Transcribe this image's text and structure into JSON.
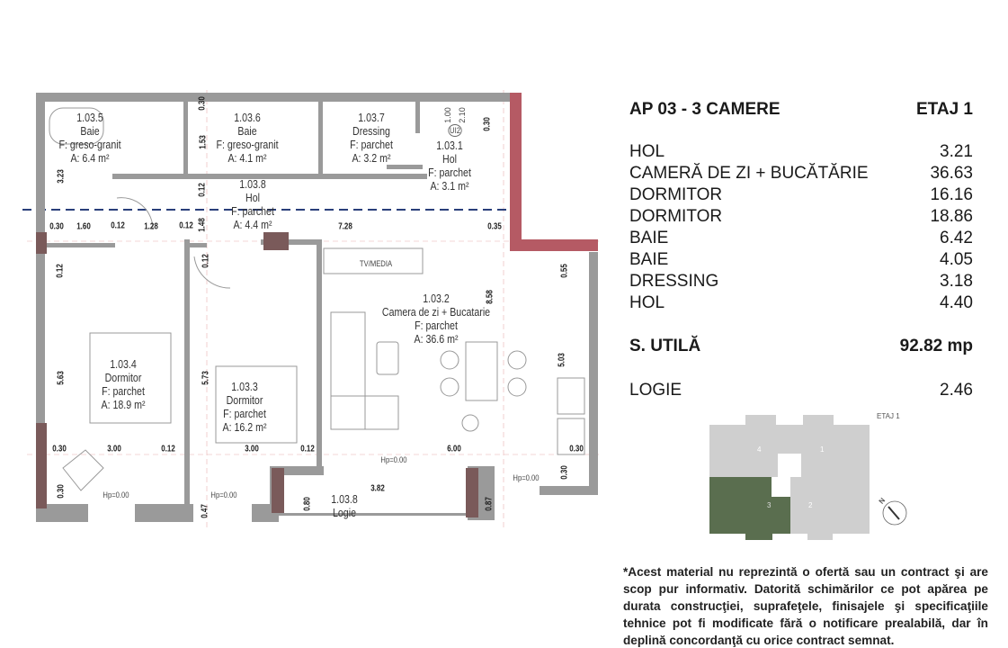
{
  "header": {
    "title": "AP 03 - 3 CAMERE",
    "floor": "ETAJ 1"
  },
  "rooms_table": [
    {
      "name": "HOL",
      "area": "3.21"
    },
    {
      "name": "CAMERĂ DE ZI + BUCĂTĂRIE",
      "area": "36.63"
    },
    {
      "name": "DORMITOR",
      "area": "16.16"
    },
    {
      "name": "DORMITOR",
      "area": "18.86"
    },
    {
      "name": "BAIE",
      "area": "6.42"
    },
    {
      "name": "BAIE",
      "area": "4.05"
    },
    {
      "name": "DRESSING",
      "area": "3.18"
    },
    {
      "name": "HOL",
      "area": "4.40"
    }
  ],
  "total": {
    "label": "S. UTILĂ",
    "value": "92.82 mp"
  },
  "balcony": {
    "label": "LOGIE",
    "value": "2.46"
  },
  "disclaimer": "*Acest material nu reprezintă o ofertă sau un contract şi are scop pur informativ. Datorită schimărilor ce pot apărea pe durata construcţiei, suprafeţele, finisajele şi specificaţiile tehnice pot fi modificate fără o notificare prealabilă, dar în deplină concordanţă cu orice contract semnat.",
  "plan": {
    "rooms": [
      {
        "code": "1.03.5",
        "name": "Baie",
        "finish": "F: greso-granit",
        "area": "A: 6.4 m²"
      },
      {
        "code": "1.03.6",
        "name": "Baie",
        "finish": "F: greso-granit",
        "area": "A: 4.1 m²"
      },
      {
        "code": "1.03.7",
        "name": "Dressing",
        "finish": "F: parchet",
        "area": "A: 3.2 m²"
      },
      {
        "code": "1.03.1",
        "name": "Hol",
        "finish": "F: parchet",
        "area": "A: 3.1 m²"
      },
      {
        "code": "1.03.8",
        "name": "Hol",
        "finish": "F: parchet",
        "area": "A: 4.4 m²"
      },
      {
        "code": "1.03.2",
        "name": "Camera de zi + Bucatarie",
        "finish": "F: parchet",
        "area": "A: 36.6 m²"
      },
      {
        "code": "1.03.4",
        "name": "Dormitor",
        "finish": "F: parchet",
        "area": "A: 18.9 m²"
      },
      {
        "code": "1.03.3",
        "name": "Dormitor",
        "finish": "F: parchet",
        "area": "A: 16.2 m²"
      },
      {
        "code": "1.03.8",
        "name": "Logie"
      }
    ],
    "dimensions": [
      "0.30",
      "1.60",
      "0.12",
      "1.28",
      "0.12",
      "7.28",
      "0.35",
      "0.30",
      "1.53",
      "3.23",
      "0.12",
      "1.48",
      "0.30",
      "0.12",
      "0.12",
      "5.63",
      "5.73",
      "8.58",
      "0.55",
      "5.03",
      "0.30",
      "0.30",
      "0.47",
      "0.80",
      "0.87",
      "0.30",
      "3.00",
      "0.12",
      "3.00",
      "0.12",
      "6.00",
      "0.30",
      "3.82"
    ],
    "sill_labels": [
      "Hp=0.00",
      "Hp=0.00",
      "Hp=0.00",
      "Hp=0.00"
    ],
    "furniture_label": "TV/MEDIA",
    "door_tag": "UI2",
    "door_dims": [
      "1.00",
      "2.10"
    ]
  },
  "key_plan": {
    "floor": "ETAJ 1",
    "units": [
      "4",
      "1",
      "3",
      "2"
    ],
    "highlight_unit": "3",
    "highlight_color": "#5a6e4f",
    "other_color": "#cfcfcf",
    "north": "N"
  },
  "colors": {
    "wall": "#9a9a9a",
    "red_wall": "#b55a64",
    "axis_line": "#2a3f7a"
  }
}
